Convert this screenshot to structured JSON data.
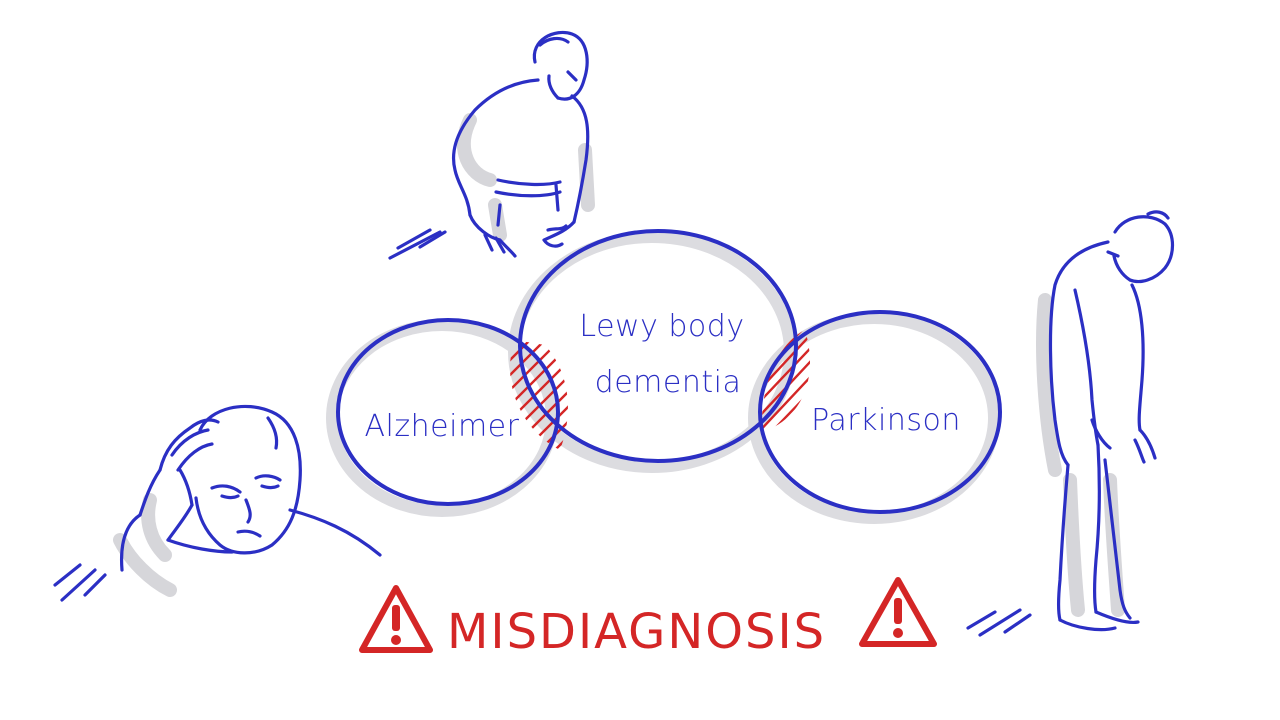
{
  "diagram": {
    "sets": [
      {
        "id": "alzheimer",
        "label": "Alzheimer"
      },
      {
        "id": "lewy",
        "label_line1": "Lewy body",
        "label_line2": "dementia"
      },
      {
        "id": "parkinson",
        "label": "Parkinson"
      }
    ],
    "overlaps_highlighted": [
      "alzheimer-lewy",
      "lewy-parkinson"
    ],
    "colors": {
      "outline": "#2b2fc4",
      "highlight": "#d42626",
      "shadow": "#d9d9dc"
    }
  },
  "warning": {
    "text": "MISDIAGNOSIS",
    "icon": "warning-triangle-icon",
    "mark": "!"
  },
  "figures": [
    {
      "id": "man-leaning-on-table",
      "icon": "person-leaning-illustration"
    },
    {
      "id": "man-holding-head",
      "icon": "person-headache-illustration"
    },
    {
      "id": "man-stooped-standing",
      "icon": "person-stooped-illustration"
    }
  ]
}
